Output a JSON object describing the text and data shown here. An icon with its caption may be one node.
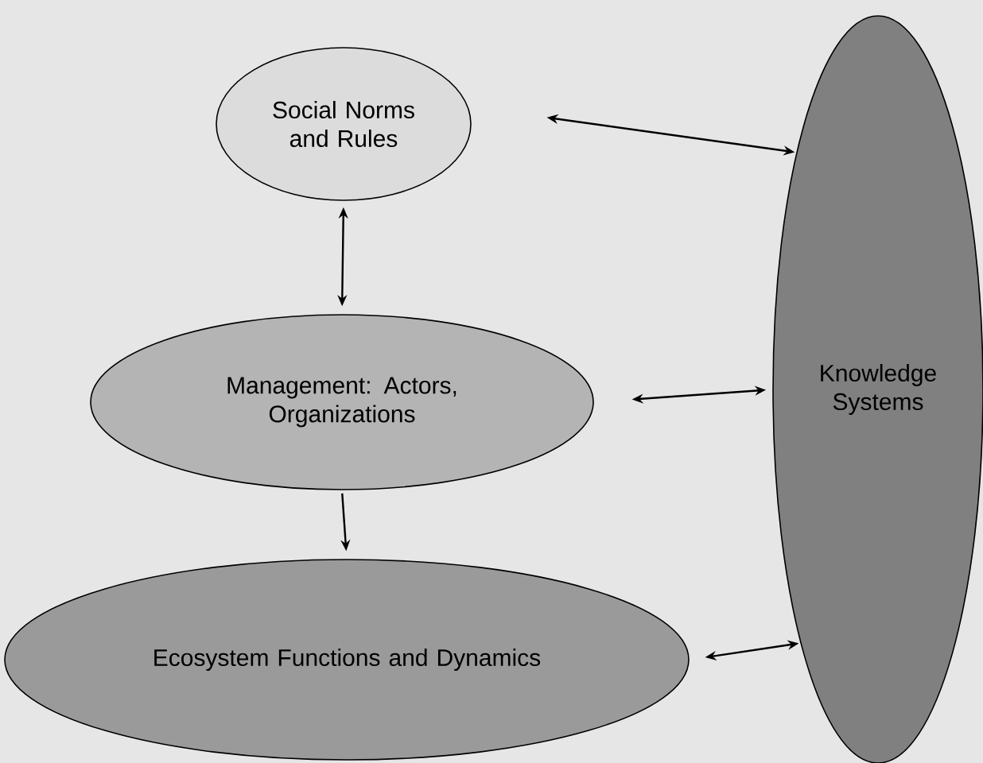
{
  "diagram": {
    "nodes": [
      {
        "text": [
          "Social Norms and Rules"
        ]
      },
      {
        "text": [
          "Management: Actors, Organizations"
        ]
      },
      {
        "text": [
          "Ecosystem Functions and Dynamics"
        ]
      },
      {
        "text": [
          "Knowledge Systems"
        ]
      }
    ],
    "edges": [
      {
        "from": 0,
        "to": 3,
        "arrow": "both"
      },
      {
        "from": 0,
        "to": 1,
        "arrow": "both"
      },
      {
        "from": 1,
        "to": 3,
        "arrow": "both"
      },
      {
        "from": 1,
        "to": 2,
        "arrow": "to"
      },
      {
        "from": 2,
        "to": 3,
        "arrow": "both"
      }
    ]
  }
}
